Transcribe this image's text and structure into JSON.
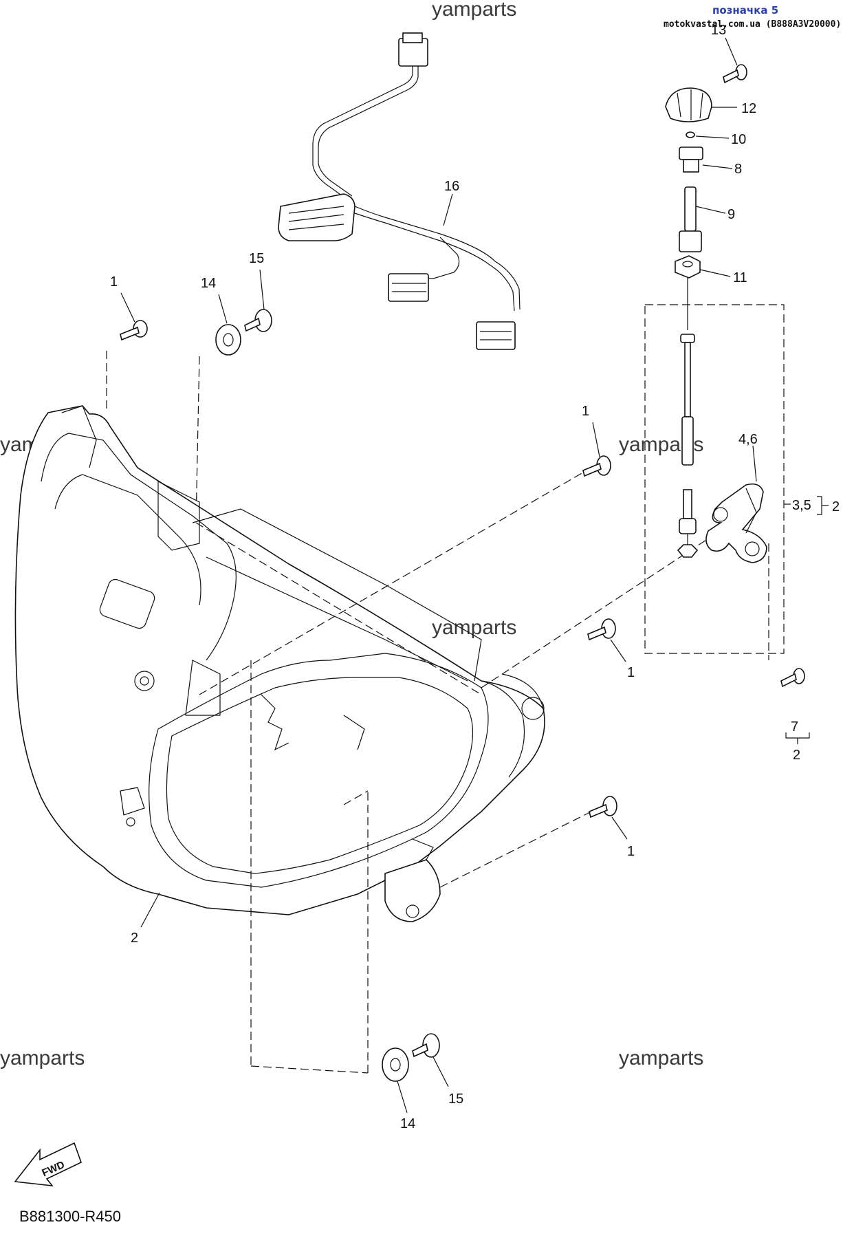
{
  "header": {
    "label": "позначка 5",
    "source": "motokvastal.com.ua (B888A3V20000)"
  },
  "watermarks": [
    "yamparts",
    "yamparts",
    "yamparts",
    "yamparts",
    "yamparts",
    "yamparts"
  ],
  "callouts": {
    "c1a": "1",
    "c1b": "1",
    "c1c": "1",
    "c1d": "1",
    "c2a": "2",
    "c2b": "2",
    "c2c": "2",
    "c35": "3,5",
    "c46": "4,6",
    "c7": "7",
    "c8": "8",
    "c9": "9",
    "c10": "10",
    "c11": "11",
    "c12": "12",
    "c13": "13",
    "c14a": "14",
    "c14b": "14",
    "c15a": "15",
    "c15b": "15",
    "c16": "16"
  },
  "fwd_label": "FWD",
  "diagram_code": "B881300-R450"
}
